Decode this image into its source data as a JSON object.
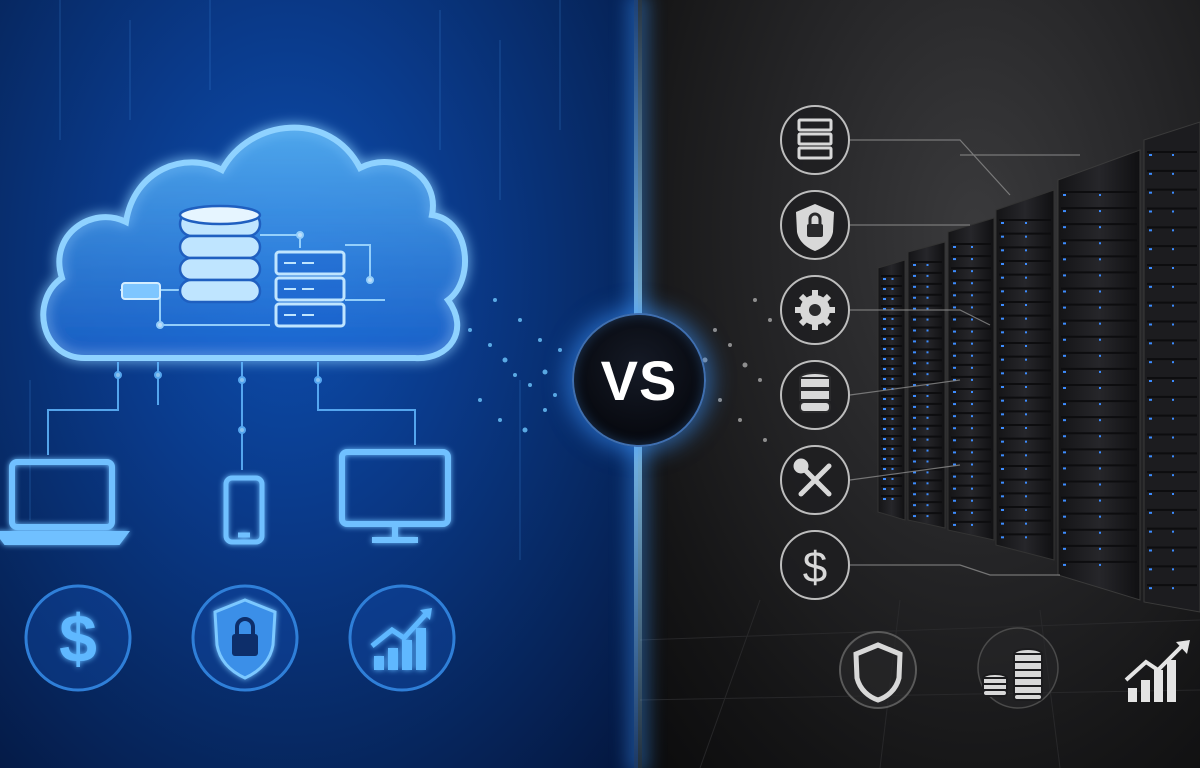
{
  "center_badge": {
    "label": "VS"
  },
  "colors": {
    "cloud_side_accent": "#4fb4ff",
    "cloud_side_background": "#0a3a8a",
    "onprem_side_background": "#1c1c1e",
    "onprem_icon_stroke": "#cfcfcf",
    "rack_led": "#3d8cff"
  },
  "left_side": {
    "concept": "cloud",
    "cloud_contents": [
      "database-icon",
      "server-stack-icon",
      "network-node-icon"
    ],
    "devices": [
      "laptop-icon",
      "smartphone-icon",
      "desktop-monitor-icon"
    ],
    "badges": [
      "dollar-icon",
      "security-lock-icon",
      "growth-chart-icon"
    ]
  },
  "right_side": {
    "concept": "on-premise-datacenter",
    "feature_icons": [
      "server-icon",
      "security-lock-icon",
      "gear-icon",
      "database-icon",
      "tools-icon",
      "dollar-icon"
    ],
    "bottom_icons": [
      "shield-icon",
      "coins-icon",
      "growth-chart-icon"
    ],
    "server_rack_count": 6
  }
}
